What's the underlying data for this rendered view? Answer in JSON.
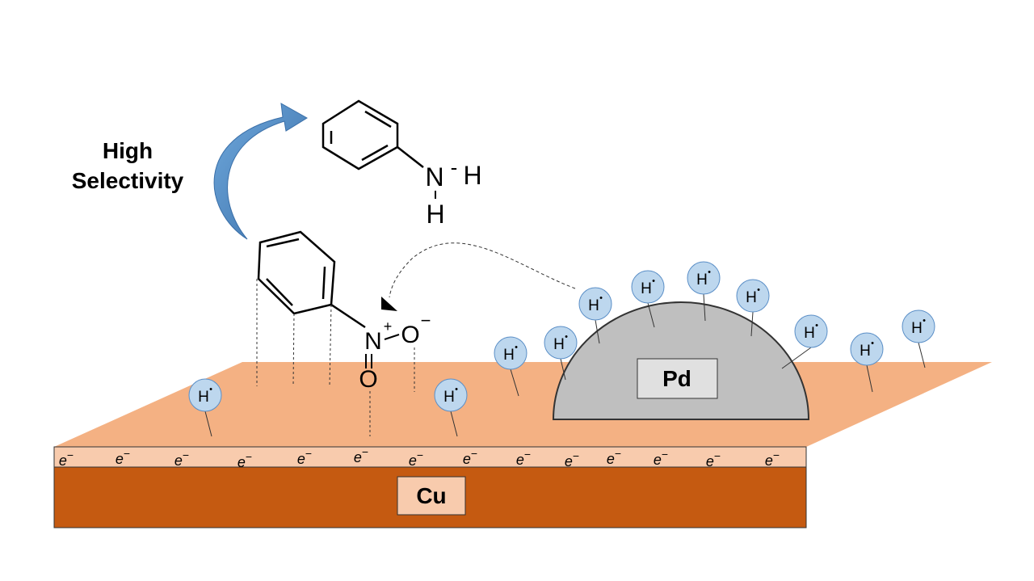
{
  "labels": {
    "high": "High",
    "selectivity": "Selectivity",
    "pd": "Pd",
    "cu": "Cu"
  },
  "aniline": {
    "n": "N",
    "h_right": "H",
    "h_bottom": "H",
    "dash": "-"
  },
  "nitro": {
    "n": "N",
    "n_charge": "+",
    "o_right": "O",
    "o_charge": "−",
    "o_bottom": "O"
  },
  "hydrogen": {
    "symbol": "H",
    "dot": "•"
  },
  "electron": {
    "symbol": "e",
    "sign": "−"
  },
  "colors": {
    "surface": "#f4b183",
    "electron_layer": "#f8cbad",
    "cu_block": "#c55a11",
    "pd_dome": "#bfbfbf",
    "pd_label_bg": "#e0e0e0",
    "h_circle": "#bdd7ee",
    "h_circle_stroke": "#5b8fc7",
    "arrow": "#5b9bd5"
  }
}
